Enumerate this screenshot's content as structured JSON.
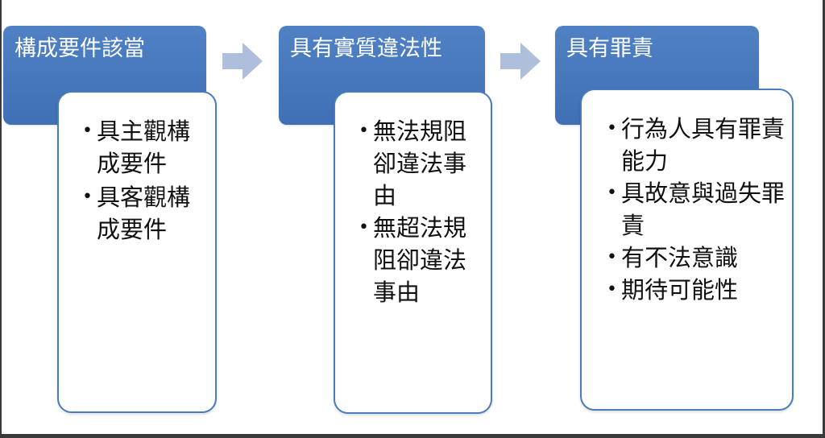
{
  "stages": [
    {
      "title": "構成要件該當",
      "items": [
        "具主觀構成要件",
        "具客觀構成要件"
      ]
    },
    {
      "title": "具有實質違法性",
      "items": [
        "無法規阻卻違法事由",
        "無超法規阻卻違法事由"
      ]
    },
    {
      "title": "具有罪責",
      "items": [
        "行為人具有罪責能力",
        "具故意與過失罪責",
        "有不法意識",
        "期待可能性"
      ]
    }
  ],
  "arrow_icon": "right-arrow-icon",
  "colors": {
    "header_fill": "#4f81c4",
    "card_border": "#4a7bbd",
    "arrow_fill": "#aebfdc"
  }
}
